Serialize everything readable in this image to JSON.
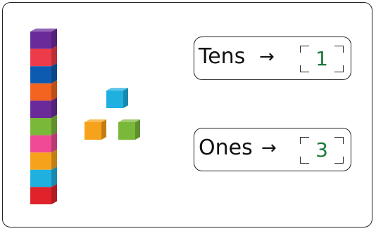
{
  "place_value": {
    "tens": {
      "label": "Tens",
      "arrow": "→",
      "value": "1"
    },
    "ones": {
      "label": "Ones",
      "arrow": "→",
      "value": "3"
    }
  },
  "blocks": {
    "tens_rod_colors": [
      "#6a2a9a",
      "#ee3b4a",
      "#0d5bb0",
      "#f2641f",
      "#6a2a9a",
      "#7ab83a",
      "#ef4a95",
      "#f7a21b",
      "#1fb0e0",
      "#e0222a"
    ],
    "unit_cube_colors": [
      "#1fb0e0",
      "#f7a21b",
      "#7ab83a"
    ],
    "value_color": "#1a7a3a"
  }
}
